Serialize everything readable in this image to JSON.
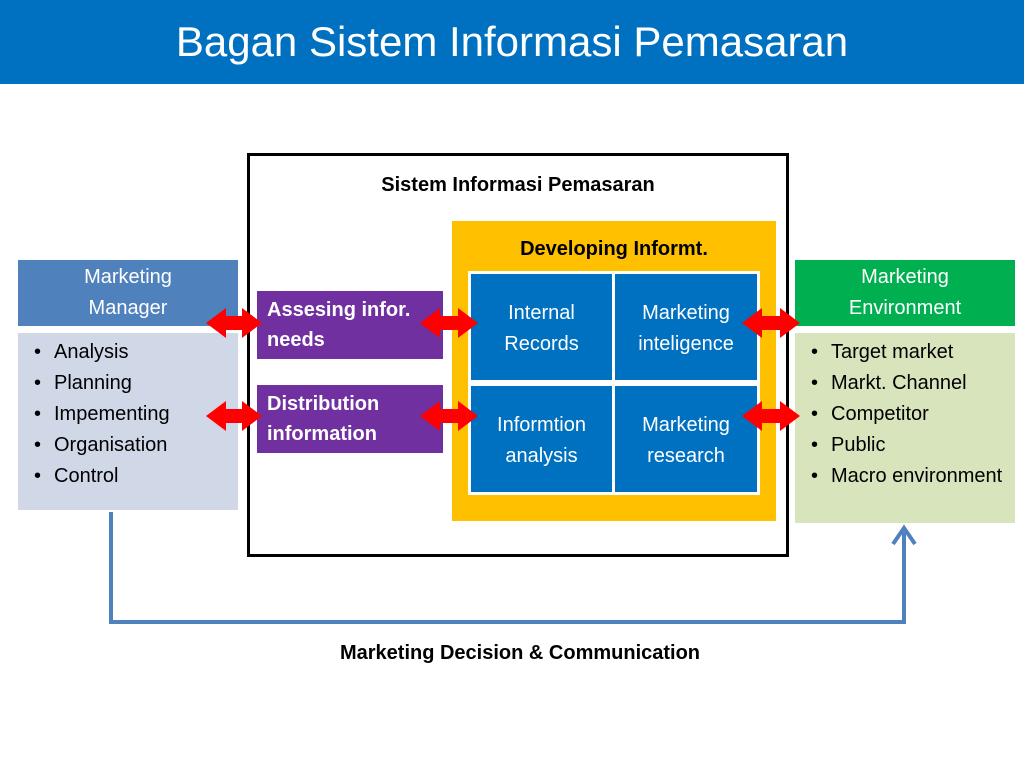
{
  "title": "Bagan Sistem Informasi Pemasaran",
  "system": {
    "label": "Sistem Informasi Pemasaran",
    "developing_label": "Developing Informt.",
    "grid": [
      {
        "line1": "Internal",
        "line2": "Records"
      },
      {
        "line1": "Marketing",
        "line2": "inteligence"
      },
      {
        "line1": "Informtion",
        "line2": "analysis"
      },
      {
        "line1": "Marketing",
        "line2": "research"
      }
    ],
    "assessing": {
      "line1": "Assesing infor.",
      "line2": "needs"
    },
    "distribution": {
      "line1": "Distribution",
      "line2": "information"
    }
  },
  "manager": {
    "heading_line1": "Marketing",
    "heading_line2": "Manager",
    "items": [
      "Analysis",
      "Planning",
      "Impementing",
      "Organisation",
      "Control"
    ]
  },
  "environment": {
    "heading_line1": "Marketing",
    "heading_line2": "Environment",
    "items": [
      "Target market",
      "Markt. Channel",
      "Competitor",
      "Public",
      "Macro environment"
    ]
  },
  "feedback_label": "Marketing Decision & Communication",
  "colors": {
    "title_bar": "#0070c0",
    "manager_head": "#4f81bd",
    "manager_body": "#d0d8e8",
    "environment_head": "#00b050",
    "environment_body": "#d8e4bc",
    "developing_box": "#ffc000",
    "grid_cell": "#0070c0",
    "process_box": "#7030a0",
    "arrow": "#ff0000",
    "feedback_line": "#4f81bd"
  }
}
